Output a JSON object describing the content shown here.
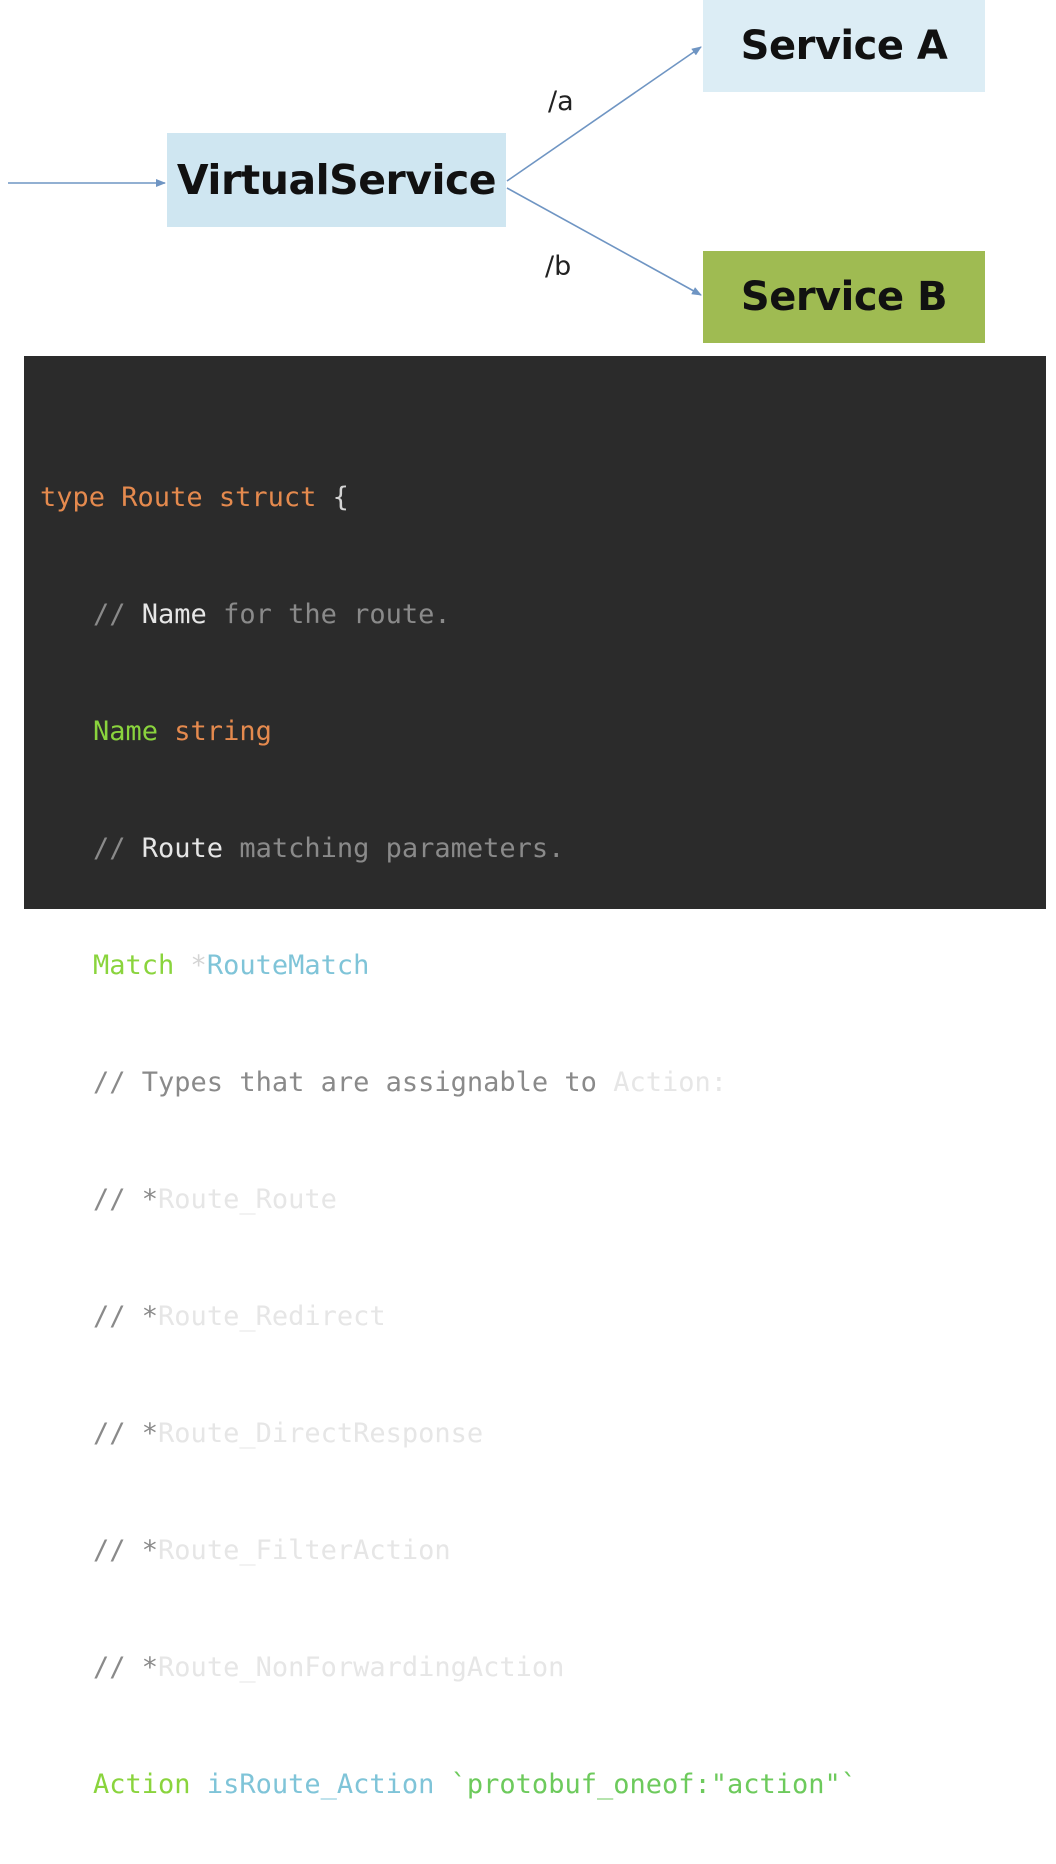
{
  "diagram": {
    "virtual_service": "VirtualService",
    "service_a": "Service A",
    "service_b": "Service B",
    "route_a": "/a",
    "route_b": "/b",
    "colors": {
      "virtual_service_fill": "#cfe6f1",
      "service_a_fill": "#dcedf5",
      "service_b_fill": "#9fbb52",
      "arrow": "#6f95c3"
    }
  },
  "code": {
    "colors": {
      "background": "#2b2b2b",
      "keyword": "#e58a4e",
      "comment": "#8a8a8a",
      "field": "#8ad43d",
      "type": "#7fc4d8",
      "tag": "#6dca5c"
    },
    "line1": {
      "type_kw": "type",
      "name": "Route",
      "struct_kw": "struct",
      "brace": "{"
    },
    "line2": {
      "slashes": "//",
      "word": "Name",
      "rest": "for the route."
    },
    "line3": {
      "field": "Name",
      "type": "string"
    },
    "line4": {
      "slashes": "//",
      "word": "Route",
      "rest": "matching parameters."
    },
    "line5": {
      "field": "Match",
      "star": "*",
      "type": "RouteMatch"
    },
    "line6": {
      "slashes": "//",
      "rest": "Types that are assignable to",
      "word": "Action:"
    },
    "line7": {
      "slashes": "//",
      "star": "*",
      "text": "Route_Route"
    },
    "line8": {
      "slashes": "//",
      "star": "*",
      "text": "Route_Redirect"
    },
    "line9": {
      "slashes": "//",
      "star": "*",
      "text": "Route_DirectResponse"
    },
    "line10": {
      "slashes": "//",
      "star": "*",
      "text": "Route_FilterAction"
    },
    "line11": {
      "slashes": "//",
      "star": "*",
      "text": "Route_NonForwardingAction"
    },
    "line12": {
      "field": "Action",
      "type": "isRoute_Action",
      "tag": "`protobuf_oneof:\"action\"`"
    }
  }
}
